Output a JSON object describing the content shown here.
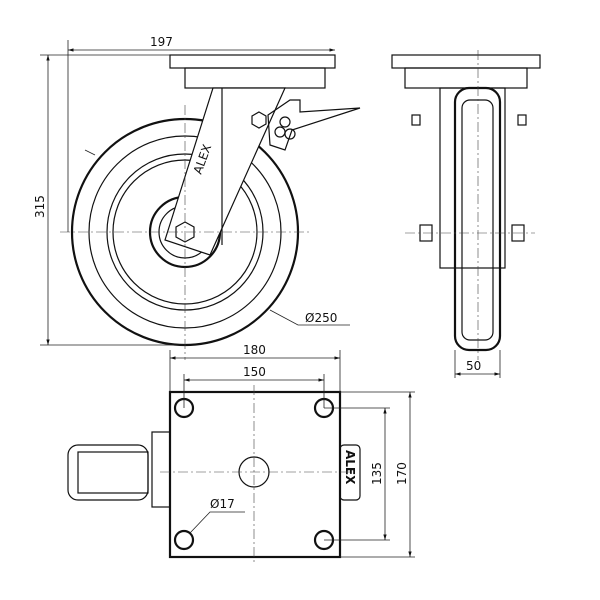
{
  "drawing": {
    "side_view": {
      "width_label": "197",
      "height_label": "315",
      "wheel_diameter_label": "Ø250",
      "fork_marking": "ALEX"
    },
    "front_view": {
      "wheel_width_label": "50"
    },
    "bottom_view": {
      "plate_width_label": "180",
      "hole_spacing_x_label": "150",
      "hole_spacing_y_label": "135",
      "plate_height_label": "170",
      "hole_diameter_label": "Ø17",
      "brand_label": "ALEX"
    }
  }
}
